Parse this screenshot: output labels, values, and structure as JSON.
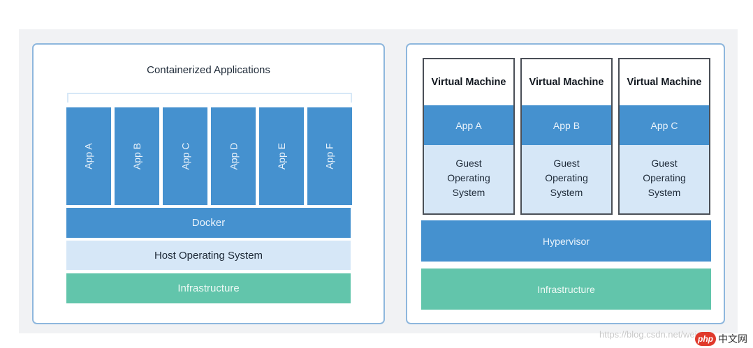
{
  "containerized": {
    "title": "Containerized Applications",
    "apps": [
      "App A",
      "App B",
      "App C",
      "App D",
      "App E",
      "App F"
    ],
    "docker": "Docker",
    "host_os": "Host Operating System",
    "infrastructure": "Infrastructure"
  },
  "virtual_machines": {
    "vms": [
      {
        "title": "Virtual Machine",
        "app": "App A",
        "guest": [
          "Guest",
          "Operating",
          "System"
        ]
      },
      {
        "title": "Virtual Machine",
        "app": "App B",
        "guest": [
          "Guest",
          "Operating",
          "System"
        ]
      },
      {
        "title": "Virtual Machine",
        "app": "App C",
        "guest": [
          "Guest",
          "Operating",
          "System"
        ]
      }
    ],
    "hypervisor": "Hypervisor",
    "infrastructure": "Infrastructure"
  },
  "watermark": "https://blog.csdn.net/wei...",
  "logo": {
    "badge": "php",
    "text": "中文网"
  },
  "colors": {
    "layer_blue": "#4591cf",
    "layer_light_blue": "#d6e7f7",
    "layer_green": "#62c5ab",
    "panel_border": "#8eb7dd"
  }
}
